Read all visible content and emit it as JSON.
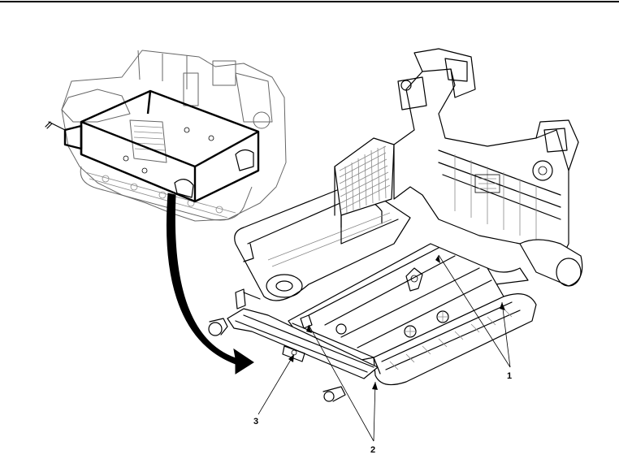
{
  "callouts": [
    {
      "id": "1",
      "label": "1"
    },
    {
      "id": "2",
      "label": "2"
    },
    {
      "id": "3",
      "label": "3"
    }
  ],
  "colors": {
    "line": "#000000",
    "background": "#ffffff",
    "ghost": "#666666"
  }
}
